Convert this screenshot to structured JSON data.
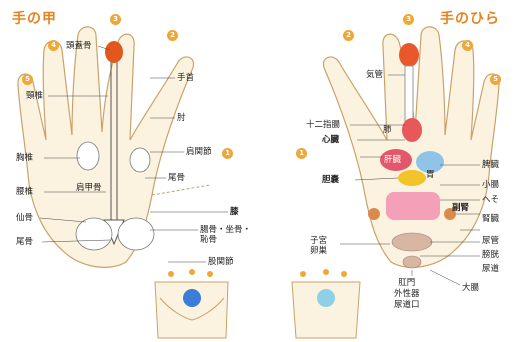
{
  "back": {
    "title": "手の甲",
    "badges": [
      "3",
      "2",
      "4",
      "5",
      "1"
    ],
    "labels": {
      "skull": "頭蓋骨",
      "cervical": "頸椎",
      "thoracic": "胸椎",
      "lumbar": "腰椎",
      "sacrum": "仙骨",
      "coccyx": "尾骨",
      "scapula": "肩甲骨",
      "arm": "手首",
      "elbow": "肘",
      "shoulder": "肩関節",
      "tailbone2": "尾骨",
      "knee": "膝",
      "hip_bones": "腸骨・坐骨・恥骨",
      "hip_joint": "股関節"
    }
  },
  "palm": {
    "title": "手のひら",
    "badges": [
      "2",
      "3",
      "4",
      "5",
      "1"
    ],
    "labels": {
      "trachea": "気管",
      "duodenum": "十二指腸",
      "heart": "心臓",
      "lungs": "肺",
      "liver": "肝臓",
      "gallbladder": "胆嚢",
      "stomach": "胃",
      "spleen": "脾臓",
      "small_int": "小腸",
      "navel": "へそ",
      "adrenal": "副腎",
      "kidney": "腎臓",
      "uterus": "子宮\n卵巣",
      "ureter": "尿管",
      "bladder": "膀胱",
      "urethra": "尿道",
      "anus": "肛門\n外性器\n尿道口",
      "large_int": "大腸"
    }
  },
  "colors": {
    "accent": "#e8821e",
    "badge": "#f0a733",
    "skin": "#fbf3e0",
    "outline": "#c9a26a"
  }
}
